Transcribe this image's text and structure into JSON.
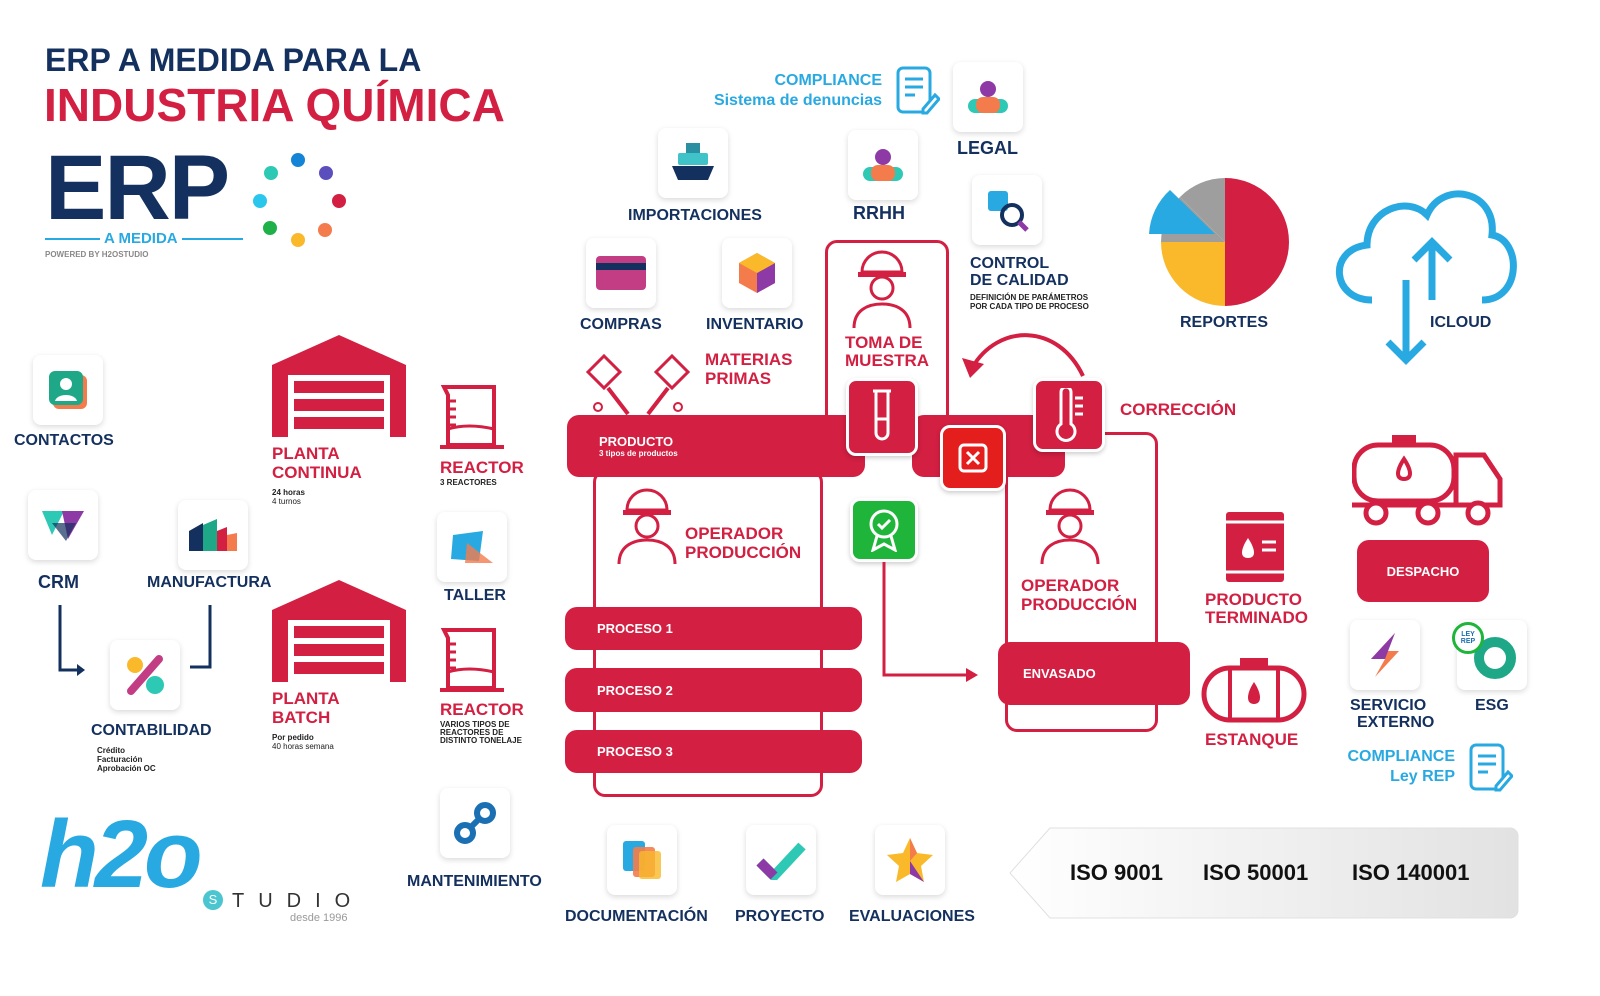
{
  "title": {
    "line1": "ERP A MEDIDA PARA LA",
    "line2": "INDUSTRIA QUÍMICA"
  },
  "logo": {
    "erp": "ERP",
    "a_medida": "A MEDIDA",
    "powered": "POWERED BY H2OSTUDIO"
  },
  "compliance_top": {
    "line1": "COMPLIANCE",
    "line2": "Sistema de denuncias"
  },
  "modules": {
    "legal": "LEGAL",
    "importaciones": "IMPORTACIONES",
    "rrhh": "RRHH",
    "control_calidad": {
      "line1": "CONTROL",
      "line2": "DE CALIDAD",
      "sub1": "DEFINICIÓN DE PARÁMETROS",
      "sub2": "POR CADA TIPO DE PROCESO"
    },
    "compras": "COMPRAS",
    "inventario": "INVENTARIO",
    "reportes": "REPORTES",
    "icloud": "ICLOUD",
    "contactos": "CONTACTOS",
    "crm": "CRM",
    "manufactura": "MANUFACTURA",
    "contabilidad": {
      "label": "CONTABILIDAD",
      "items": [
        "Crédito",
        "Facturación",
        "Aprobación OC"
      ]
    },
    "taller": "TALLER",
    "mantenimiento": "MANTENIMIENTO",
    "documentacion": "DOCUMENTACIÓN",
    "proyecto": "PROYECTO",
    "evaluaciones": "EVALUACIONES",
    "servicio_externo": {
      "line1": "SERVICIO",
      "line2": "EXTERNO"
    },
    "esg": "ESG",
    "ley_rep_badge": "LEY REP"
  },
  "plants": {
    "continua": {
      "line1": "PLANTA",
      "line2": "CONTINUA",
      "sub1": "24 horas",
      "sub2": "4 turnos"
    },
    "batch": {
      "line1": "PLANTA",
      "line2": "BATCH",
      "sub1": "Por pedido",
      "sub2": "40 horas semana"
    },
    "reactor1": {
      "label": "REACTOR",
      "sub": "3 REACTORES"
    },
    "reactor2": {
      "label": "REACTOR",
      "sub1": "VARIOS TIPOS DE",
      "sub2": "REACTORES DE",
      "sub3": "DISTINTO TONELAJE"
    }
  },
  "flow": {
    "toma": {
      "line1": "TOMA DE",
      "line2": "MUESTRA"
    },
    "materias": {
      "line1": "MATERIAS",
      "line2": "PRIMAS"
    },
    "producto": {
      "label": "PRODUCTO",
      "sub": "3 tipos de productos"
    },
    "correccion": "CORRECCIÓN",
    "operador1": {
      "line1": "OPERADOR",
      "line2": "PRODUCCIÓN"
    },
    "operador2": {
      "line1": "OPERADOR",
      "line2": "PRODUCCIÓN"
    },
    "procesos": [
      "PROCESO 1",
      "PROCESO 2",
      "PROCESO 3"
    ],
    "envasado": "ENVASADO",
    "producto_terminado": {
      "line1": "PRODUCTO",
      "line2": "TERMINADO"
    },
    "estanque": "ESTANQUE",
    "despacho": "DESPACHO"
  },
  "compliance_rep": {
    "line1": "COMPLIANCE",
    "line2": "Ley REP"
  },
  "iso": [
    "ISO 9001",
    "ISO 50001",
    "ISO 140001"
  ],
  "brand": {
    "h2o": "h2o",
    "studio": "TUDIO",
    "s": "S",
    "since": "desde 1996"
  },
  "colors": {
    "navy": "#14305e",
    "red": "#d21f42",
    "blue": "#29a9e1"
  }
}
